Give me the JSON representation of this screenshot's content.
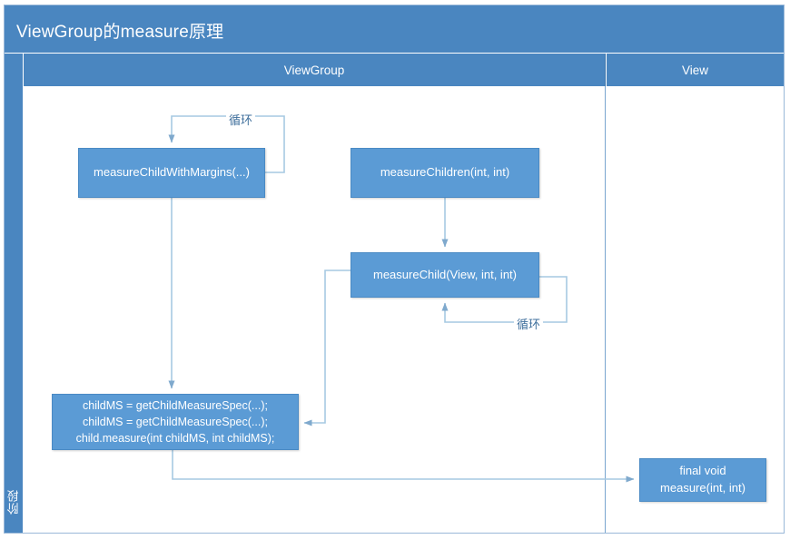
{
  "title": "ViewGroup的measure原理",
  "phase_band": {
    "label": "阶段"
  },
  "columns": [
    {
      "name": "viewgroup",
      "header": "ViewGroup"
    },
    {
      "name": "view",
      "header": "View"
    }
  ],
  "nodes": [
    {
      "id": "measure-child-with-margins",
      "lines": [
        "measureChildWithMargins(...)"
      ]
    },
    {
      "id": "measure-children",
      "lines": [
        "measureChildren(int, int)"
      ]
    },
    {
      "id": "measure-child",
      "lines": [
        "measureChild(View, int, int)"
      ]
    },
    {
      "id": "child-ms",
      "lines": [
        "childMS = getChildMeasureSpec(...);",
        "childMS = getChildMeasureSpec(...);",
        "child.measure(int childMS, int childMS);"
      ]
    },
    {
      "id": "final-measure",
      "lines": [
        "final void",
        "measure(int, int)"
      ]
    }
  ],
  "edge_labels": {
    "loop_top": "循环",
    "loop_bottom": "循环"
  },
  "colors": {
    "header_blue": "#4a86c0",
    "node_blue": "#5b9bd5",
    "connector_blue": "#a6c9e2",
    "frame_border": "#9ab8d8",
    "label_text": "#3f6f9c",
    "canvas": "#ffffff"
  }
}
